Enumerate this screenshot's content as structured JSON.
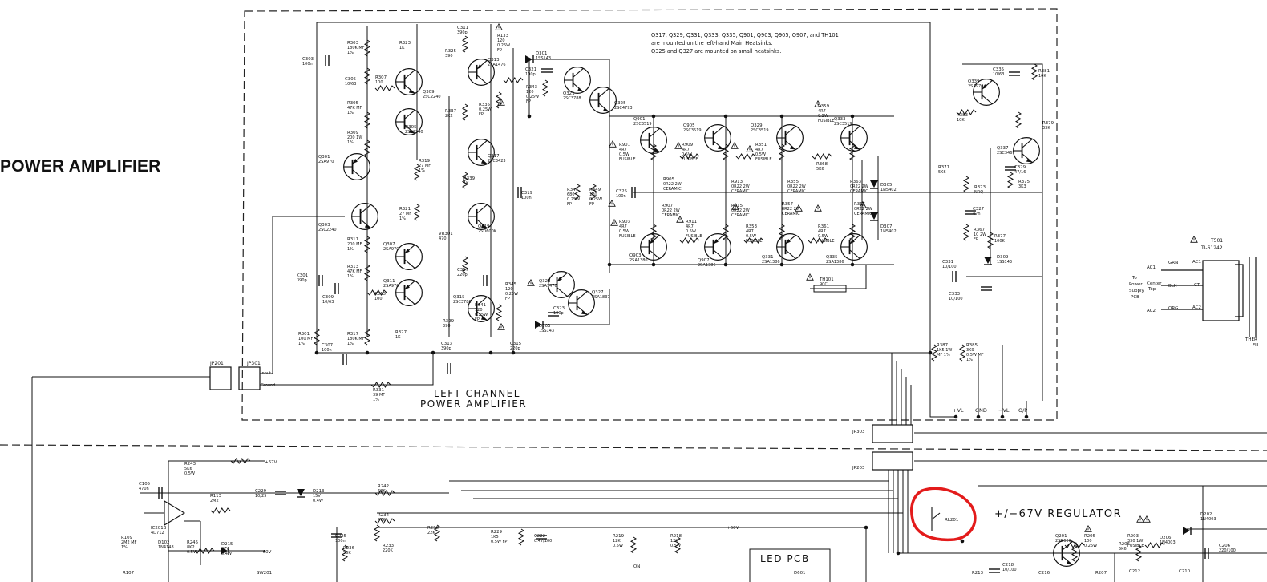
{
  "diagram": {
    "title": "POWER AMPLIFIER",
    "heatsink_note": [
      "Q317, Q329, Q331, Q333, Q335, Q901, Q903, Q905, Q907, and TH101",
      "are mounted on the left-hand Main Heatsinks.",
      "Q325 and Q327 are mounted on small heatsinks."
    ],
    "block_label": [
      "LEFT CHANNEL",
      "POWER AMPLIFIER"
    ],
    "regulator_label": "+/−67V REGULATOR",
    "led_pcb_label": "LED PCB",
    "connectors": {
      "jp201": "JP201",
      "jp301": "JP301",
      "jp303": "JP303",
      "jp203": "JP203",
      "input": "Input",
      "ground": "Ground"
    },
    "terminals": [
      "+VL",
      "GND",
      "−VL",
      "O/P"
    ],
    "supply": {
      "t501": "T501",
      "t501_part": "TI-61242",
      "ac1": "AC1",
      "ac2": "AC2",
      "ct": "CT",
      "grn": "GRN",
      "blk": "BLK",
      "org": "ORG",
      "center": "Center",
      "tap": "Top",
      "to_lines": [
        "To",
        "Power",
        "Supply",
        "PCB"
      ],
      "ther": "THER",
      "fu": "FU"
    },
    "rails": {
      "plus67": "+67V",
      "plus60": "+60V",
      "plus60b": "+60V"
    },
    "highlight": {
      "relay": "RL201",
      "color": "#e31b1b"
    },
    "components": [
      {
        "t": "C311",
        "s": "390p"
      },
      {
        "t": "R133",
        "s": "120 0.25W FP"
      },
      {
        "t": "R303",
        "s": "180K MF 1%"
      },
      {
        "t": "R323",
        "s": "1K"
      },
      {
        "t": "R325",
        "s": "390"
      },
      {
        "t": "C303",
        "s": "100n"
      },
      {
        "t": "C305",
        "s": "10/63"
      },
      {
        "t": "R307",
        "s": "100"
      },
      {
        "t": "Q309",
        "s": "2SC2240"
      },
      {
        "t": "R305",
        "s": "47K MF 1%"
      },
      {
        "t": "R309",
        "s": "200 1W 1%"
      },
      {
        "t": "Q305",
        "s": "2SC2240"
      },
      {
        "t": "Q301",
        "s": "2SA970"
      },
      {
        "t": "R319",
        "s": "27 MF 1%"
      },
      {
        "t": "Q303",
        "s": "2SC2240"
      },
      {
        "t": "R321",
        "s": "27 MF 1%"
      },
      {
        "t": "R311",
        "s": "200 MF 1%"
      },
      {
        "t": "Q307",
        "s": "2SA970"
      },
      {
        "t": "R313",
        "s": "47K MF 1%"
      },
      {
        "t": "Q311",
        "s": "2SA970"
      },
      {
        "t": "C309",
        "s": "10/63"
      },
      {
        "t": "R315",
        "s": "100"
      },
      {
        "t": "C301",
        "s": "390p"
      },
      {
        "t": "R301",
        "s": "100 MF 1%"
      },
      {
        "t": "C307",
        "s": "100n"
      },
      {
        "t": "R317",
        "s": "180K MF 1%"
      },
      {
        "t": "R327",
        "s": "1K"
      },
      {
        "t": "R331",
        "s": "39 MF 1%"
      },
      {
        "t": "Q313",
        "s": "2SA1476"
      },
      {
        "t": "R337",
        "s": "2K2"
      },
      {
        "t": "R335",
        "s": "0.25W FP"
      },
      {
        "t": "Q317",
        "s": "2SC3423"
      },
      {
        "t": "R339",
        "s": "1K"
      },
      {
        "t": "Q319",
        "s": "2SD600K"
      },
      {
        "t": "VR301",
        "s": "470"
      },
      {
        "t": "C317",
        "s": "220p"
      },
      {
        "t": "Q315",
        "s": "2SC3788"
      },
      {
        "t": "R329",
        "s": "390"
      },
      {
        "t": "R341",
        "s": "120 0.25W FP"
      },
      {
        "t": "C313",
        "s": "390p"
      },
      {
        "t": "C315",
        "s": "220p"
      },
      {
        "t": "D301",
        "s": "1SS143"
      },
      {
        "t": "C321",
        "s": "100p"
      },
      {
        "t": "R343",
        "s": "120 0.25W FP"
      },
      {
        "t": "Q321",
        "s": "2SC3788"
      },
      {
        "t": "Q325",
        "s": "2SC4793"
      },
      {
        "t": "C319",
        "s": "100n"
      },
      {
        "t": "R347",
        "s": "680 0.25W FP"
      },
      {
        "t": "R349",
        "s": "120 0.25W FP"
      },
      {
        "t": "C325",
        "s": "100n"
      },
      {
        "t": "R345",
        "s": "120 0.25W FP"
      },
      {
        "t": "Q323",
        "s": "2SA1476"
      },
      {
        "t": "Q327",
        "s": "2SA1837"
      },
      {
        "t": "C323",
        "s": "100p"
      },
      {
        "t": "D303",
        "s": "1SS143"
      },
      {
        "t": "Q901",
        "s": "2SC3519"
      },
      {
        "t": "Q905",
        "s": "2SC3519"
      },
      {
        "t": "Q329",
        "s": "2SC3519"
      },
      {
        "t": "Q333",
        "s": "2SC3519"
      },
      {
        "t": "R901",
        "s": "4R7 0.5W FUSIBLE"
      },
      {
        "t": "R909",
        "s": "4R7 0.5W FUSIBLE"
      },
      {
        "t": "R351",
        "s": "4R7 0.5W FUSIBLE"
      },
      {
        "t": "R359",
        "s": "4R7 0.5W FUSIBLE"
      },
      {
        "t": "R905",
        "s": "0R22 2W CERAMIC"
      },
      {
        "t": "R913",
        "s": "0R22 2W CERAMIC"
      },
      {
        "t": "R355",
        "s": "0R22 2W CERAMIC"
      },
      {
        "t": "R363",
        "s": "0R22 2W CERAMIC"
      },
      {
        "t": "R907",
        "s": "0R22 2W CERAMIC"
      },
      {
        "t": "R915",
        "s": "0R22 2W CERAMIC"
      },
      {
        "t": "R357",
        "s": "0R22 2W CERAMIC"
      },
      {
        "t": "R365",
        "s": "0R22 2W CERAMIC"
      },
      {
        "t": "R903",
        "s": "4R7 0.5W FUSIBLE"
      },
      {
        "t": "R911",
        "s": "4R7 0.5W FUSIBLE"
      },
      {
        "t": "R353",
        "s": "4R7 0.5W FUSIBLE"
      },
      {
        "t": "R361",
        "s": "4R7 0.5W FUSIBLE"
      },
      {
        "t": "Q903",
        "s": "2SA1386"
      },
      {
        "t": "Q907",
        "s": "2SA1386"
      },
      {
        "t": "Q331",
        "s": "2SA1386"
      },
      {
        "t": "Q335",
        "s": "2SA1386"
      },
      {
        "t": "R368",
        "s": "5K6"
      },
      {
        "t": "D305",
        "s": "1N5402"
      },
      {
        "t": "D307",
        "s": "1N5402"
      },
      {
        "t": "TH101",
        "s": "90C"
      },
      {
        "t": "Q339",
        "s": "2SA970"
      },
      {
        "t": "C335",
        "s": "10/63"
      },
      {
        "t": "R381",
        "s": "10K"
      },
      {
        "t": "R383",
        "s": "10K"
      },
      {
        "t": "R379",
        "s": "33K"
      },
      {
        "t": "Q337",
        "s": "2SC3467"
      },
      {
        "t": "C329",
        "s": "47/16"
      },
      {
        "t": "R371",
        "s": "5K6"
      },
      {
        "t": "R373",
        "s": "NRQ"
      },
      {
        "t": "R375",
        "s": "3K3"
      },
      {
        "t": "C327",
        "s": "47n"
      },
      {
        "t": "R367",
        "s": "10 2W FP"
      },
      {
        "t": "R377",
        "s": "100K"
      },
      {
        "t": "D309",
        "s": "1SS143"
      },
      {
        "t": "C331",
        "s": "10/100"
      },
      {
        "t": "C333",
        "s": "10/100"
      },
      {
        "t": "R387",
        "s": "1K5 1W MF 1%"
      },
      {
        "t": "R385",
        "s": "3K9 0.5W MF 1%"
      },
      {
        "t": "R243",
        "s": "5K6 0.5W"
      },
      {
        "t": "C105",
        "s": "470n"
      },
      {
        "t": "R113",
        "s": "2M2"
      },
      {
        "t": "C229",
        "s": "10/25"
      },
      {
        "t": "D213",
        "s": "15V 0.4W"
      },
      {
        "t": "IC201B",
        "s": "4D712"
      },
      {
        "t": "R109",
        "s": "2M2 MF 1%"
      },
      {
        "t": "D102",
        "s": "1N4148"
      },
      {
        "t": "R245",
        "s": "8K2 0.5W"
      },
      {
        "t": "D215",
        "s": "27V 0.4W"
      },
      {
        "t": "R242",
        "s": "68K"
      },
      {
        "t": "R234",
        "s": "47K"
      },
      {
        "t": "C225",
        "s": "100n"
      },
      {
        "t": "R236",
        "s": "56K"
      },
      {
        "t": "R233",
        "s": "220K"
      },
      {
        "t": "R230",
        "s": "22K"
      },
      {
        "t": "R229",
        "s": "1K5 0.5W FP"
      },
      {
        "t": "C222",
        "s": "0.47/100"
      },
      {
        "t": "R219",
        "s": "12K 0.5W"
      },
      {
        "t": "R218",
        "s": "12K 0.5W"
      },
      {
        "t": "Q201",
        "s": "2SD600"
      },
      {
        "t": "R205",
        "s": "100 0.25W"
      },
      {
        "t": "R206",
        "s": "5K6"
      },
      {
        "t": "R203",
        "s": "330 1W FUSIBLE"
      },
      {
        "t": "D206",
        "s": "1N4003"
      },
      {
        "t": "D202",
        "s": "1N4003"
      },
      {
        "t": "C206",
        "s": "220/100"
      },
      {
        "t": "C218",
        "s": "10/100"
      },
      {
        "t": "R213",
        "s": ""
      },
      {
        "t": "R207",
        "s": ""
      },
      {
        "t": "R107",
        "s": ""
      },
      {
        "t": "C212",
        "s": ""
      },
      {
        "t": "C210",
        "s": ""
      },
      {
        "t": "C216",
        "s": ""
      },
      {
        "t": "D601",
        "s": ""
      },
      {
        "t": "SW201",
        "s": ""
      },
      {
        "t": "ON",
        "s": ""
      }
    ]
  }
}
